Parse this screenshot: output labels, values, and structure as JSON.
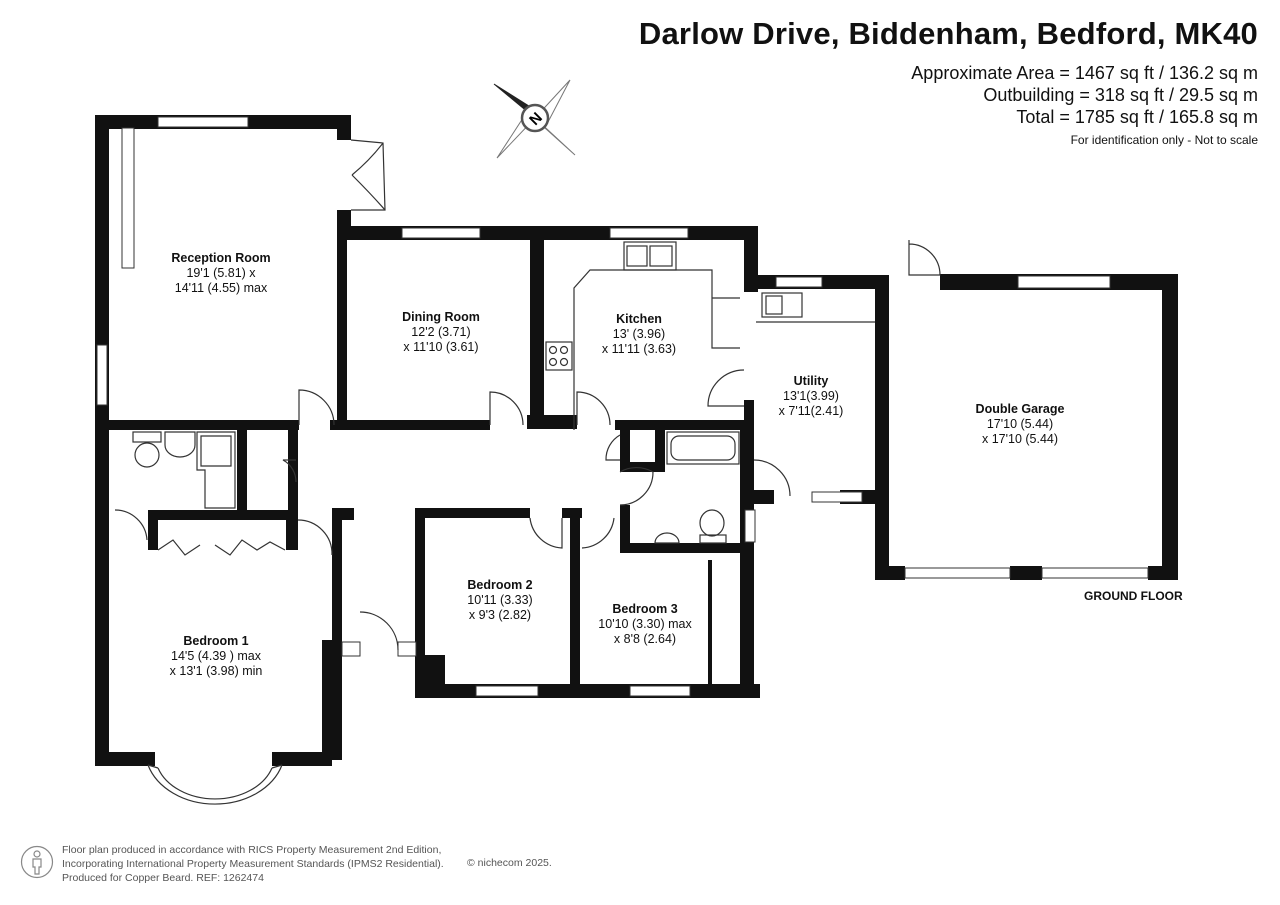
{
  "header": {
    "title": "Darlow Drive, Biddenham, Bedford, MK40",
    "approx_area": "Approximate Area = 1467 sq ft / 136.2 sq m",
    "outbuilding": "Outbuilding = 318 sq ft / 29.5 sq m",
    "total": "Total = 1785 sq ft / 165.8 sq m",
    "disclaimer": "For identification only - Not to scale"
  },
  "compass": {
    "icon": "compass-rose-icon",
    "letter": "N"
  },
  "rooms": [
    {
      "name": "Reception Room",
      "line1": "19'1 (5.81) x",
      "line2": "14'11 (4.55) max"
    },
    {
      "name": "Dining Room",
      "line1": "12'2 (3.71)",
      "line2": "x 11'10 (3.61)"
    },
    {
      "name": "Kitchen",
      "line1": "13' (3.96)",
      "line2": "x 11'11 (3.63)"
    },
    {
      "name": "Utility",
      "line1": "13'1(3.99)",
      "line2": "x 7'11(2.41)"
    },
    {
      "name": "Double Garage",
      "line1": "17'10 (5.44)",
      "line2": "x 17'10 (5.44)"
    },
    {
      "name": "Bedroom 1",
      "line1": "14'5 (4.39 ) max",
      "line2": "x 13'1 (3.98) min"
    },
    {
      "name": "Bedroom 2",
      "line1": "10'11 (3.33)",
      "line2": "x 9'3 (2.82)"
    },
    {
      "name": "Bedroom 3",
      "line1": "10'10 (3.30) max",
      "line2": "x 8'8 (2.64)"
    }
  ],
  "floor_label": "GROUND FLOOR",
  "footer": {
    "line1": "Floor plan produced in accordance with RICS Property Measurement 2nd Edition,",
    "line2": "Incorporating International Property Measurement Standards (IPMS2 Residential).",
    "line3": "Produced for Copper Beard.   REF:  1262474",
    "copyright": "© nichecom 2025.",
    "logo_icon": "person-logo-icon"
  }
}
